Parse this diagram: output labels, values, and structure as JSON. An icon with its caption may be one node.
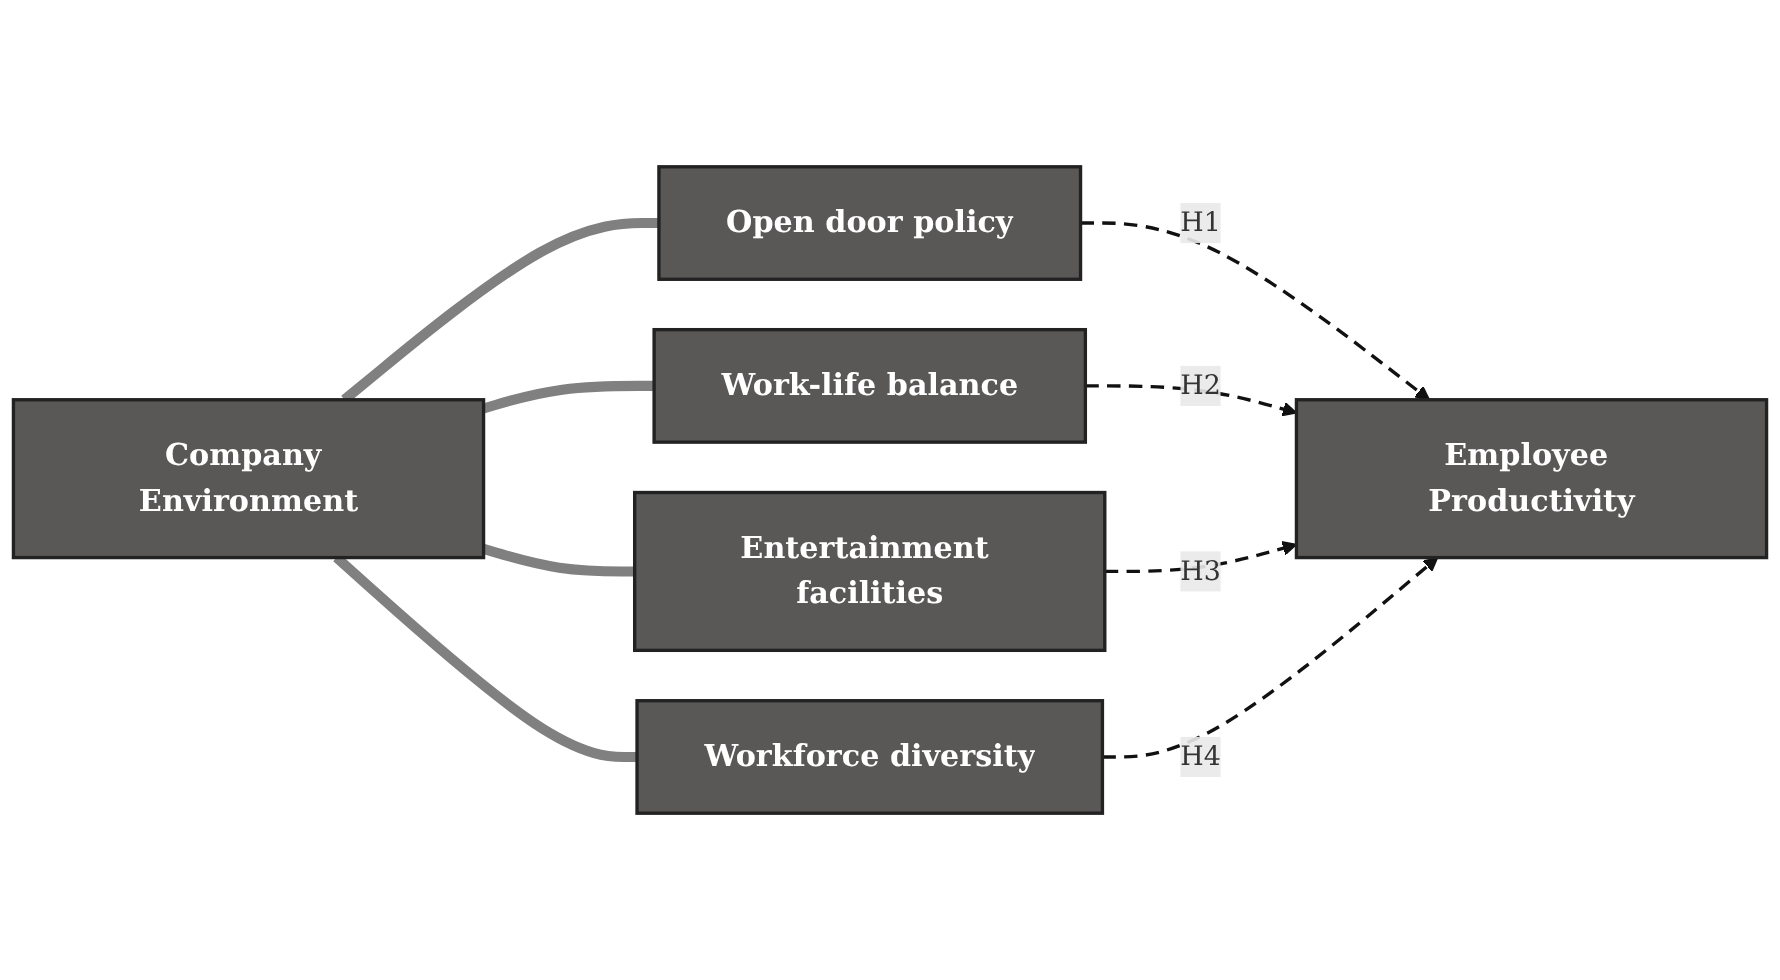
{
  "diagram": {
    "nodes": [
      {
        "text": [
          "Company Environment"
        ]
      },
      {
        "text": [
          "Open door policy"
        ]
      },
      {
        "text": [
          "Work-life balance"
        ]
      },
      {
        "text": [
          "Entertainment facilities"
        ]
      },
      {
        "text": [
          "Workforce diversity"
        ]
      },
      {
        "text": [
          "Employee Productivity"
        ]
      }
    ],
    "edges": [
      {
        "from": 0,
        "to": 1,
        "arrow": "none",
        "style": "thick",
        "color": "#808080"
      },
      {
        "from": 0,
        "to": 2,
        "arrow": "none",
        "style": "thick",
        "color": "#808080"
      },
      {
        "from": 0,
        "to": 3,
        "arrow": "none",
        "style": "thick",
        "color": "#808080"
      },
      {
        "from": 0,
        "to": 4,
        "arrow": "none",
        "style": "thick",
        "color": "#808080"
      },
      {
        "from": 1,
        "to": 5,
        "arrow": "to",
        "label": "H1",
        "style": "dashed",
        "color": "#111111"
      },
      {
        "from": 2,
        "to": 5,
        "arrow": "to",
        "label": "H2",
        "style": "dashed",
        "color": "#111111"
      },
      {
        "from": 3,
        "to": 5,
        "arrow": "to",
        "label": "H3",
        "style": "dashed",
        "color": "#111111"
      },
      {
        "from": 4,
        "to": 5,
        "arrow": "to",
        "label": "H4",
        "style": "dashed",
        "color": "#111111"
      }
    ]
  }
}
